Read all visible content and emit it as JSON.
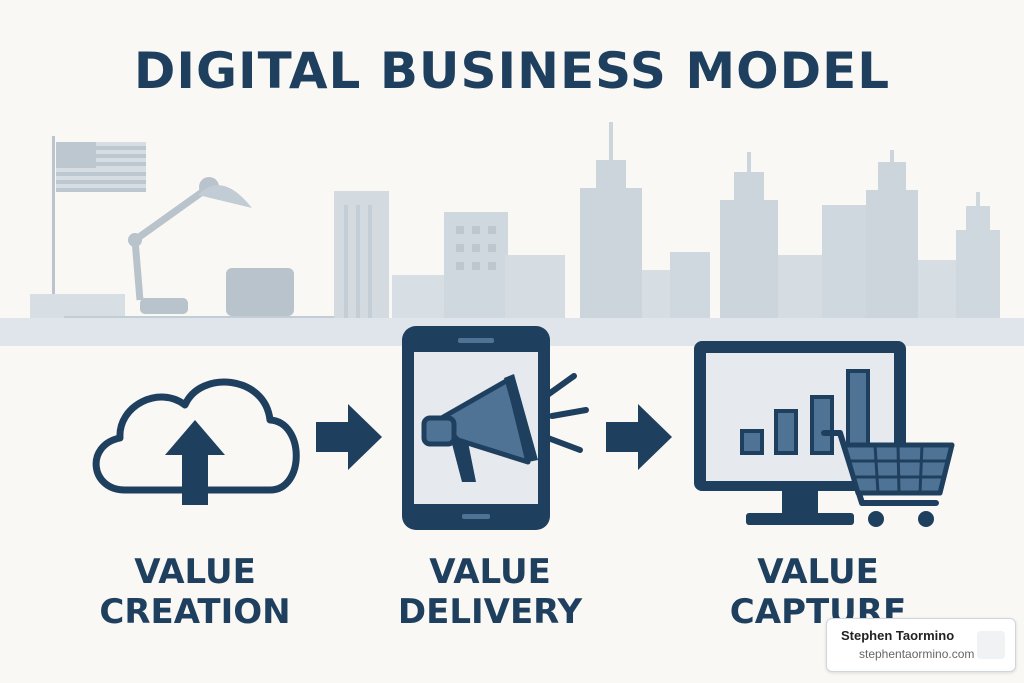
{
  "title": "DIGITAL BUSINESS MODEL",
  "steps": [
    {
      "line1": "VALUE",
      "line2": "CREATION",
      "icon": "cloud-upload-icon"
    },
    {
      "line1": "VALUE",
      "line2": "DELIVERY",
      "icon": "tablet-megaphone-icon"
    },
    {
      "line1": "VALUE",
      "line2": "CAPTURE",
      "icon": "monitor-chart-cart-icon"
    }
  ],
  "badge": {
    "name": "Stephen Taormino",
    "site": "stephentaormino.com"
  },
  "colors": {
    "primary": "#1f3f5f",
    "secondary": "#4f7394",
    "skyline": "#c9d3da",
    "background": "#faf8f4"
  }
}
